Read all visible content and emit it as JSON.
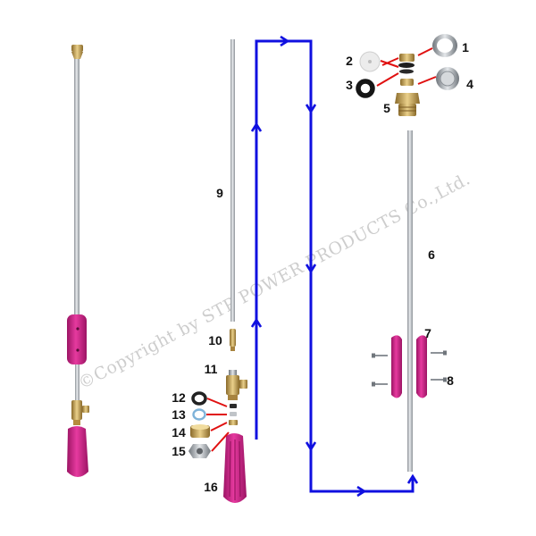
{
  "watermark": "©Copyright by STP POWER PRODUCTS Co.,Ltd.",
  "colors": {
    "flow_arrow": "#1010e0",
    "callout": "#e01010",
    "handle": "#d41f8c",
    "rod": "#b9bdc2",
    "brass": "#c8a24e",
    "steel": "#9aa0a6"
  },
  "parts": [
    {
      "number": "1",
      "part": "cap-ring"
    },
    {
      "number": "2",
      "part": "washer-white"
    },
    {
      "number": "3",
      "part": "o-ring-black"
    },
    {
      "number": "4",
      "part": "filter-disc"
    },
    {
      "number": "5",
      "part": "brass-connector"
    },
    {
      "number": "6",
      "part": "long-lance-tube"
    },
    {
      "number": "7",
      "part": "handle-grip-halves"
    },
    {
      "number": "8",
      "part": "grip-screws"
    },
    {
      "number": "9",
      "part": "short-lance-tube"
    },
    {
      "number": "10",
      "part": "nozzle-tip"
    },
    {
      "number": "11",
      "part": "shut-off-valve"
    },
    {
      "number": "12",
      "part": "o-ring-small"
    },
    {
      "number": "13",
      "part": "washer-ring"
    },
    {
      "number": "14",
      "part": "brass-nut"
    },
    {
      "number": "15",
      "part": "hex-nut"
    },
    {
      "number": "16",
      "part": "rear-handle"
    }
  ]
}
